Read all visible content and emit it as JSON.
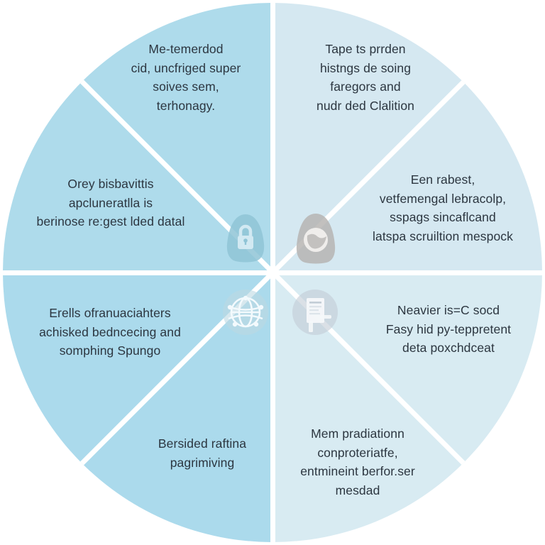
{
  "diagram": {
    "type": "segmented-circle-infographic",
    "shape": "circle",
    "segment_count": 8,
    "colors": {
      "left_half": "#aedbeb",
      "right_half": "#d5e8f1",
      "divider": "#ffffff",
      "text": "#2c3640",
      "background": "#ffffff"
    },
    "segments": [
      {
        "id": "top-left",
        "position": "top-left",
        "text": "Me-temerdod\ncid, uncfriged super\nsoives sem,\nterhonagy."
      },
      {
        "id": "top-right",
        "position": "top-right",
        "text": "Tape ts prrden\nhistngs de soing\nfaregors and\nnudr ded Clalition"
      },
      {
        "id": "mid-left",
        "position": "upper-left-lower",
        "text": "Orey bisbavittis\napcluneratlla is\nberinose re:gest lded datal"
      },
      {
        "id": "mid-right",
        "position": "upper-right-lower",
        "text": "Een rabest,\nvetfemengal lebracolp,\nsspags sincaflcand\nlatspa scruiltion mespock"
      },
      {
        "id": "low-left",
        "position": "lower-left-upper",
        "text": "Erells ofranuaciahters\nachisked bedncecing and\nsomphing Spungo"
      },
      {
        "id": "low-right",
        "position": "lower-right-upper",
        "text": "Neavier is=C socd\nFasy hid py-teppretent\ndeta poxchdceat"
      },
      {
        "id": "bottom-left",
        "position": "bottom-left",
        "text": "Bersided raftina\npagrimiving"
      },
      {
        "id": "bottom-right",
        "position": "bottom-right",
        "text": "Mem pradiationn\nconproteriatfe,\nentmineint berfor.ser\nmesdad"
      }
    ],
    "icons": [
      {
        "id": "lock",
        "name": "padlock-icon",
        "quadrant": "top-left",
        "tint": "#8fc4d6"
      },
      {
        "id": "globe",
        "name": "globe-icon",
        "quadrant": "top-right",
        "tint": "#b4b2b0"
      },
      {
        "id": "net",
        "name": "network-globe-icon",
        "quadrant": "bottom-left",
        "tint": "#bdd8e2"
      },
      {
        "id": "doc",
        "name": "document-icon",
        "quadrant": "bottom-right",
        "tint": "#c3cdd6"
      }
    ]
  }
}
